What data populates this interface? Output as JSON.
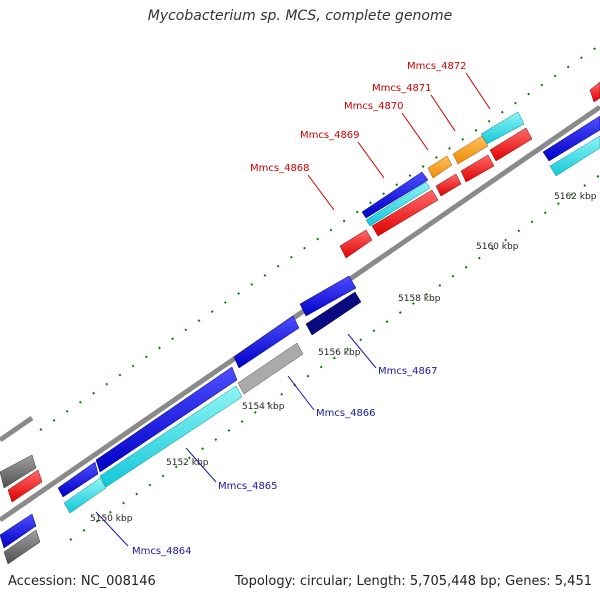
{
  "title": "Mycobacterium sp. MCS, complete genome",
  "footer": {
    "accession": "Accession: NC_008146",
    "summary": "Topology: circular; Length: 5,705,448 bp; Genes: 5,451"
  },
  "colors": {
    "backbone": "#8a8a8a",
    "forward_blue": "#0000e0",
    "cyan": "#19e6e6",
    "red": "#ff1a1a",
    "orange": "#ff9900",
    "navy": "#000080",
    "grey": "#6a6a6a",
    "tick_green": "#008000",
    "label_blue": "#1a1aa8",
    "label_red": "#cc0000"
  },
  "scale_labels": [
    "5150 kbp",
    "5152 kbp",
    "5154 kbp",
    "5156 kbp",
    "5158 kbp",
    "5160 kbp",
    "5162 kbp"
  ],
  "upper_labels": [
    "Mmcs_4868",
    "Mmcs_4869",
    "Mmcs_4870",
    "Mmcs_4871",
    "Mmcs_4872"
  ],
  "lower_labels": [
    "Mmcs_4864",
    "Mmcs_4865",
    "Mmcs_4866",
    "Mmcs_4867"
  ]
}
